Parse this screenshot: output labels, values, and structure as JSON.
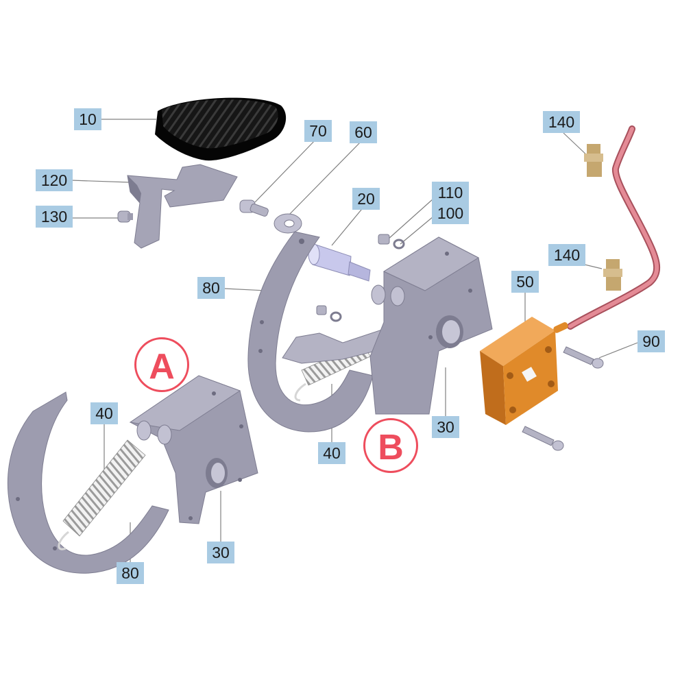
{
  "diagram": {
    "callouts": {
      "c10": "10",
      "c120": "120",
      "c130": "130",
      "c70": "70",
      "c60": "60",
      "c20": "20",
      "c110": "110",
      "c100": "100",
      "c140_top": "140",
      "c140_mid": "140",
      "c80_b": "80",
      "c50": "50",
      "c90": "90",
      "c40_a": "40",
      "c40_b": "40",
      "c30_b": "30",
      "c30_a": "30",
      "c80_a": "80"
    },
    "variants": {
      "a": "A",
      "b": "B"
    }
  },
  "colors": {
    "plate": "#9d9caf",
    "plate_dark": "#7d7c90",
    "pedal": "#1a1a1a",
    "block": "#e08a2a",
    "tube": "#e07b86",
    "spring": "#d6d6d6",
    "brass": "#d6bd8e",
    "callout_bg": "#a9cbe3",
    "variant_red": "#ee4d5d"
  }
}
